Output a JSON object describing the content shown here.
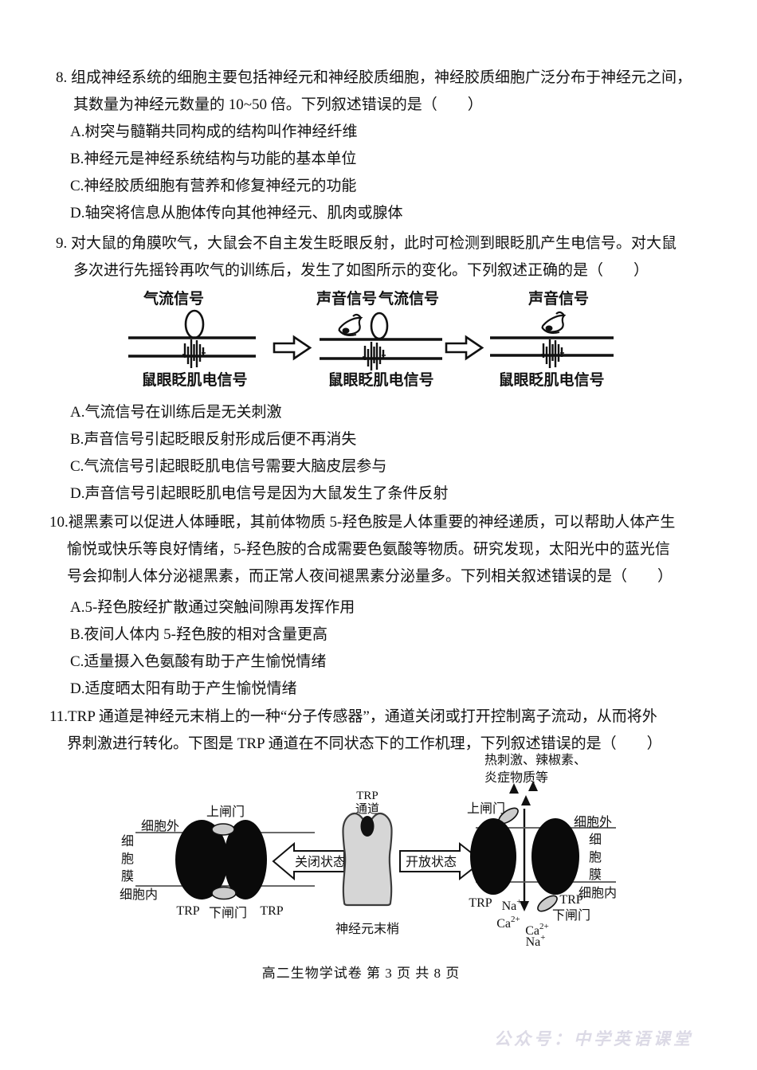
{
  "colors": {
    "ink": "#111111",
    "watermark": "#dcdae6",
    "neuron_fill_gray": "#d6d6d6",
    "gate_fill_gray": "#cccccc",
    "protein_black": "#0a0a0a"
  },
  "icons": {
    "sound-signal-icon": "hand-bell",
    "air-signal-icon": "vertical-ellipse-puff",
    "emg-burst-icon": "spike-train",
    "between-panel-arrow-icon": "hollow-block-arrow-right",
    "closed-state-arrow-icon": "hollow-block-arrow-left",
    "open-state-arrow-icon": "hollow-block-arrow-right",
    "stimulus-triangles-icon": "three-filled-triangles",
    "ion-flow-arrow-icon": "long-down-arrow"
  },
  "q8": {
    "stem_lines": [
      "8. 组成神经系统的细胞主要包括神经元和神经胶质细胞，神经胶质细胞广泛分布于神经元之间，",
      "其数量为神经元数量的 10~50 倍。下列叙述错误的是（　　）"
    ],
    "options": [
      "A.树突与髓鞘共同构成的结构叫作神经纤维",
      "B.神经元是神经系统结构与功能的基本单位",
      "C.神经胶质细胞有营养和修复神经元的功能",
      "D.轴突将信息从胞体传向其他神经元、肌肉或腺体"
    ]
  },
  "q9": {
    "stem_lines": [
      "9. 对大鼠的角膜吹气，大鼠会不自主发生眨眼反射，此时可检测到眼眨肌产生电信号。对大鼠",
      "多次进行先摇铃再吹气的训练后，发生了如图所示的变化。下列叙述正确的是（　　）"
    ],
    "diagram": {
      "air_signal": "气流信号",
      "sound_signal": "声音信号",
      "emg_signal": "鼠眼眨肌电信号"
    },
    "options": [
      "A.气流信号在训练后是无关刺激",
      "B.声音信号引起眨眼反射形成后便不再消失",
      "C.气流信号引起眼眨肌电信号需要大脑皮层参与",
      "D.声音信号引起眼眨肌电信号是因为大鼠发生了条件反射"
    ]
  },
  "q10": {
    "stem_lines": [
      "10.褪黑素可以促进人体睡眠，其前体物质 5-羟色胺是人体重要的神经递质，可以帮助人体产生",
      "愉悦或快乐等良好情绪，5-羟色胺的合成需要色氨酸等物质。研究发现，太阳光中的蓝光信",
      "号会抑制人体分泌褪黑素，而正常人夜间褪黑素分泌量多。下列相关叙述错误的是（　　）"
    ],
    "options": [
      "A.5-羟色胺经扩散通过突触间隙再发挥作用",
      "B.夜间人体内 5-羟色胺的相对含量更高",
      "C.适量摄入色氨酸有助于产生愉悦情绪",
      "D.适度晒太阳有助于产生愉悦情绪"
    ]
  },
  "q11": {
    "stem_lines": [
      "11.TRP 通道是神经元末梢上的一种“分子传感器”，通道关闭或打开控制离子流动，从而将外",
      "界刺激进行转化。下图是 TRP 通道在不同状态下的工作机理，下列叙述错误的是（　　）"
    ],
    "diagram": {
      "stimulus_line1": "热刺激、辣椒素、",
      "stimulus_line2": "炎症物质等",
      "upper_gate": "上闸门",
      "lower_gate": "下闸门",
      "extracellular": "细胞外",
      "intracellular": "细胞内",
      "membrane_chars": [
        "细",
        "胞",
        "膜"
      ],
      "trp": "TRP",
      "channel_word": "通道",
      "closed_state": "关闭状态",
      "open_state": "开放状态",
      "neuron_terminal": "神经元末梢",
      "na_base": "Na",
      "na_sup": "+",
      "ca_base": "Ca",
      "ca_sup": "2+"
    }
  },
  "footer": "高二生物学试卷 第 3 页 共 8 页",
  "watermark": "公众号：中学英语课堂"
}
